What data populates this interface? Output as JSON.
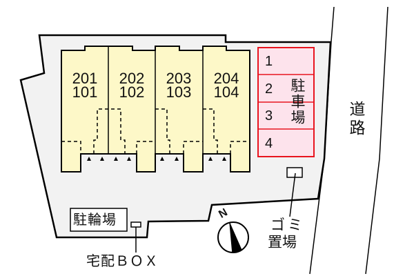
{
  "units": [
    {
      "upper": "201",
      "lower": "101"
    },
    {
      "upper": "202",
      "lower": "102"
    },
    {
      "upper": "203",
      "lower": "103"
    },
    {
      "upper": "204",
      "lower": "104"
    }
  ],
  "parking": {
    "label": "駐車場",
    "spaces": [
      "1",
      "2",
      "3",
      "4"
    ]
  },
  "road": {
    "label": "道路"
  },
  "bicycle_parking": {
    "label": "駐輪場"
  },
  "delivery_box": {
    "label": "宅配ＢＯＸ"
  },
  "garbage": {
    "label_line1": "ゴミ",
    "label_line2": "置場"
  },
  "compass": {
    "north_label": "N"
  },
  "colors": {
    "lot_fill": "#f2f2f2",
    "building_fill": "#fdf8c8",
    "parking_fill": "#fde3ec",
    "parking_stroke": "#e8141e",
    "line": "#000000"
  }
}
